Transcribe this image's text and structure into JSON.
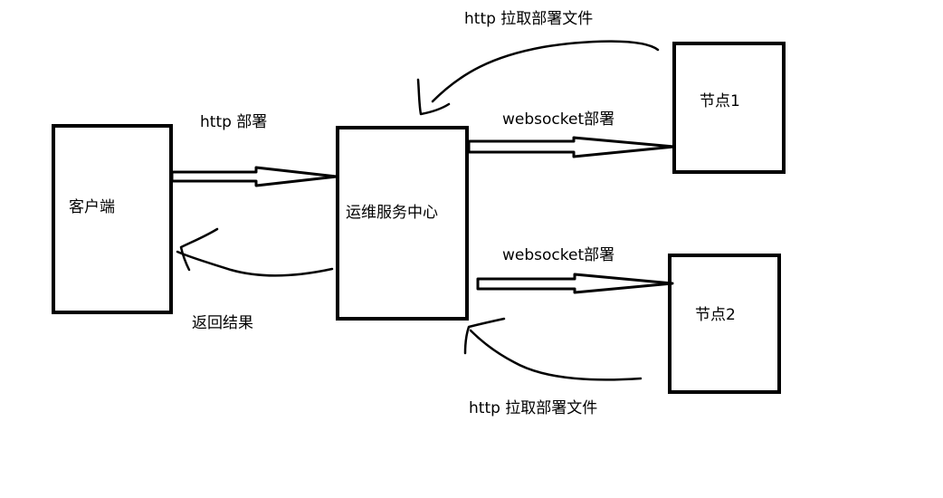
{
  "nodes": {
    "client": {
      "label": "客户端"
    },
    "center": {
      "label": "运维服务中心"
    },
    "node1": {
      "label": "节点1"
    },
    "node2": {
      "label": "节点2"
    }
  },
  "edges": {
    "client_to_center": {
      "label": "http 部署"
    },
    "center_to_client": {
      "label": "返回结果"
    },
    "center_to_node1": {
      "label": "websocket部署"
    },
    "node1_to_center": {
      "label": "http 拉取部署文件"
    },
    "center_to_node2": {
      "label": "websocket部署"
    },
    "node2_to_center": {
      "label": "http 拉取部署文件"
    }
  },
  "colors": {
    "stroke": "#000000",
    "background": "#ffffff"
  }
}
